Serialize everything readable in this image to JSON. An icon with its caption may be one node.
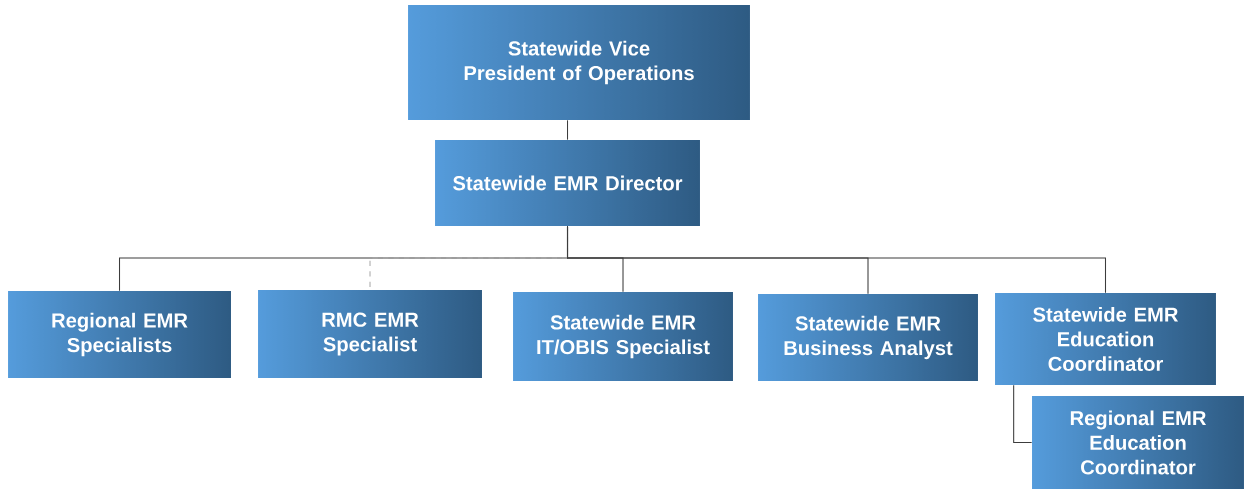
{
  "diagram": {
    "nodes": [
      {
        "text": [
          "Statewide Vice President of Operations"
        ]
      },
      {
        "text": [
          "Statewide EMR Director"
        ]
      },
      {
        "text": [
          "Regional EMR Specialists"
        ]
      },
      {
        "text": [
          "RMC EMR Specialist"
        ]
      },
      {
        "text": [
          "Statewide EMR IT/OBIS Specialist"
        ]
      },
      {
        "text": [
          "Statewide EMR Business Analyst"
        ]
      },
      {
        "text": [
          "Statewide EMR Education Coordinator"
        ]
      },
      {
        "text": [
          "Regional EMR Education Coordinator"
        ]
      }
    ],
    "edges": [
      {
        "from": 0,
        "to": 1,
        "arrow": "none"
      },
      {
        "from": 1,
        "to": 2,
        "arrow": "none"
      },
      {
        "from": 1,
        "to": 3,
        "arrow": "none",
        "style": "dashed",
        "color": "#aaaaaa"
      },
      {
        "from": 1,
        "to": 4,
        "arrow": "none"
      },
      {
        "from": 1,
        "to": 5,
        "arrow": "none"
      },
      {
        "from": 1,
        "to": 6,
        "arrow": "none"
      },
      {
        "from": 6,
        "to": 7,
        "arrow": "none"
      }
    ]
  }
}
